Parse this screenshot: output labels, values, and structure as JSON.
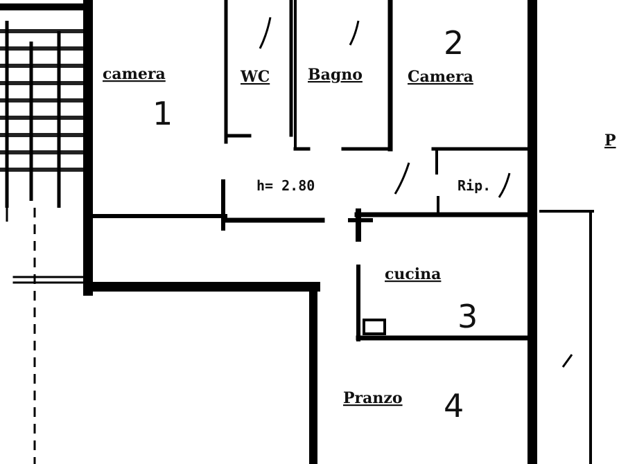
{
  "rooms": {
    "room1": {
      "name": "camera",
      "number": "1"
    },
    "wc": {
      "name": "WC"
    },
    "bagno": {
      "name": "Bagno"
    },
    "room2": {
      "name": "Camera",
      "number": "2"
    },
    "ripostiglio": {
      "name": "Rip."
    },
    "room3": {
      "name": "cucina",
      "number": "3"
    },
    "room4": {
      "name": "Pranzo",
      "number": "4"
    }
  },
  "annotations": {
    "ceiling_height": "h= 2.80",
    "edge_letter": "P"
  },
  "colors": {
    "ink": "#000000",
    "paper": "#ffffff"
  }
}
